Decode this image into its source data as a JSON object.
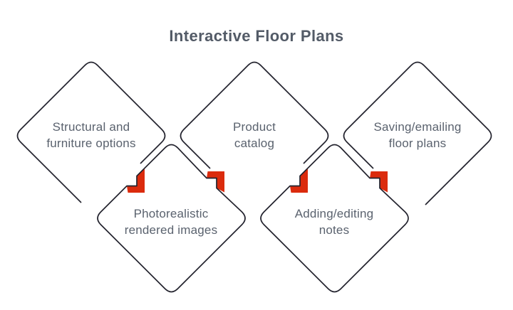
{
  "title": "Interactive Floor Plans",
  "colors": {
    "background": "#ffffff",
    "outline": "#23232e",
    "accent_red": "#db2b0d",
    "title_text": "#535b67",
    "label_text": "#5a626e"
  },
  "diamonds": [
    {
      "id": "structural-furniture-options",
      "row": "top",
      "lines": [
        "Structural and",
        "furniture options"
      ]
    },
    {
      "id": "product-catalog",
      "row": "top",
      "lines": [
        "Product",
        "catalog"
      ]
    },
    {
      "id": "saving-emailing-floor-plans",
      "row": "top",
      "lines": [
        "Saving/emailing",
        "floor plans"
      ]
    },
    {
      "id": "photorealistic-rendered-images",
      "row": "bottom",
      "lines": [
        "Photorealistic",
        "rendered images"
      ]
    },
    {
      "id": "adding-editing-notes",
      "row": "bottom",
      "lines": [
        "Adding/editing",
        "notes"
      ]
    }
  ]
}
